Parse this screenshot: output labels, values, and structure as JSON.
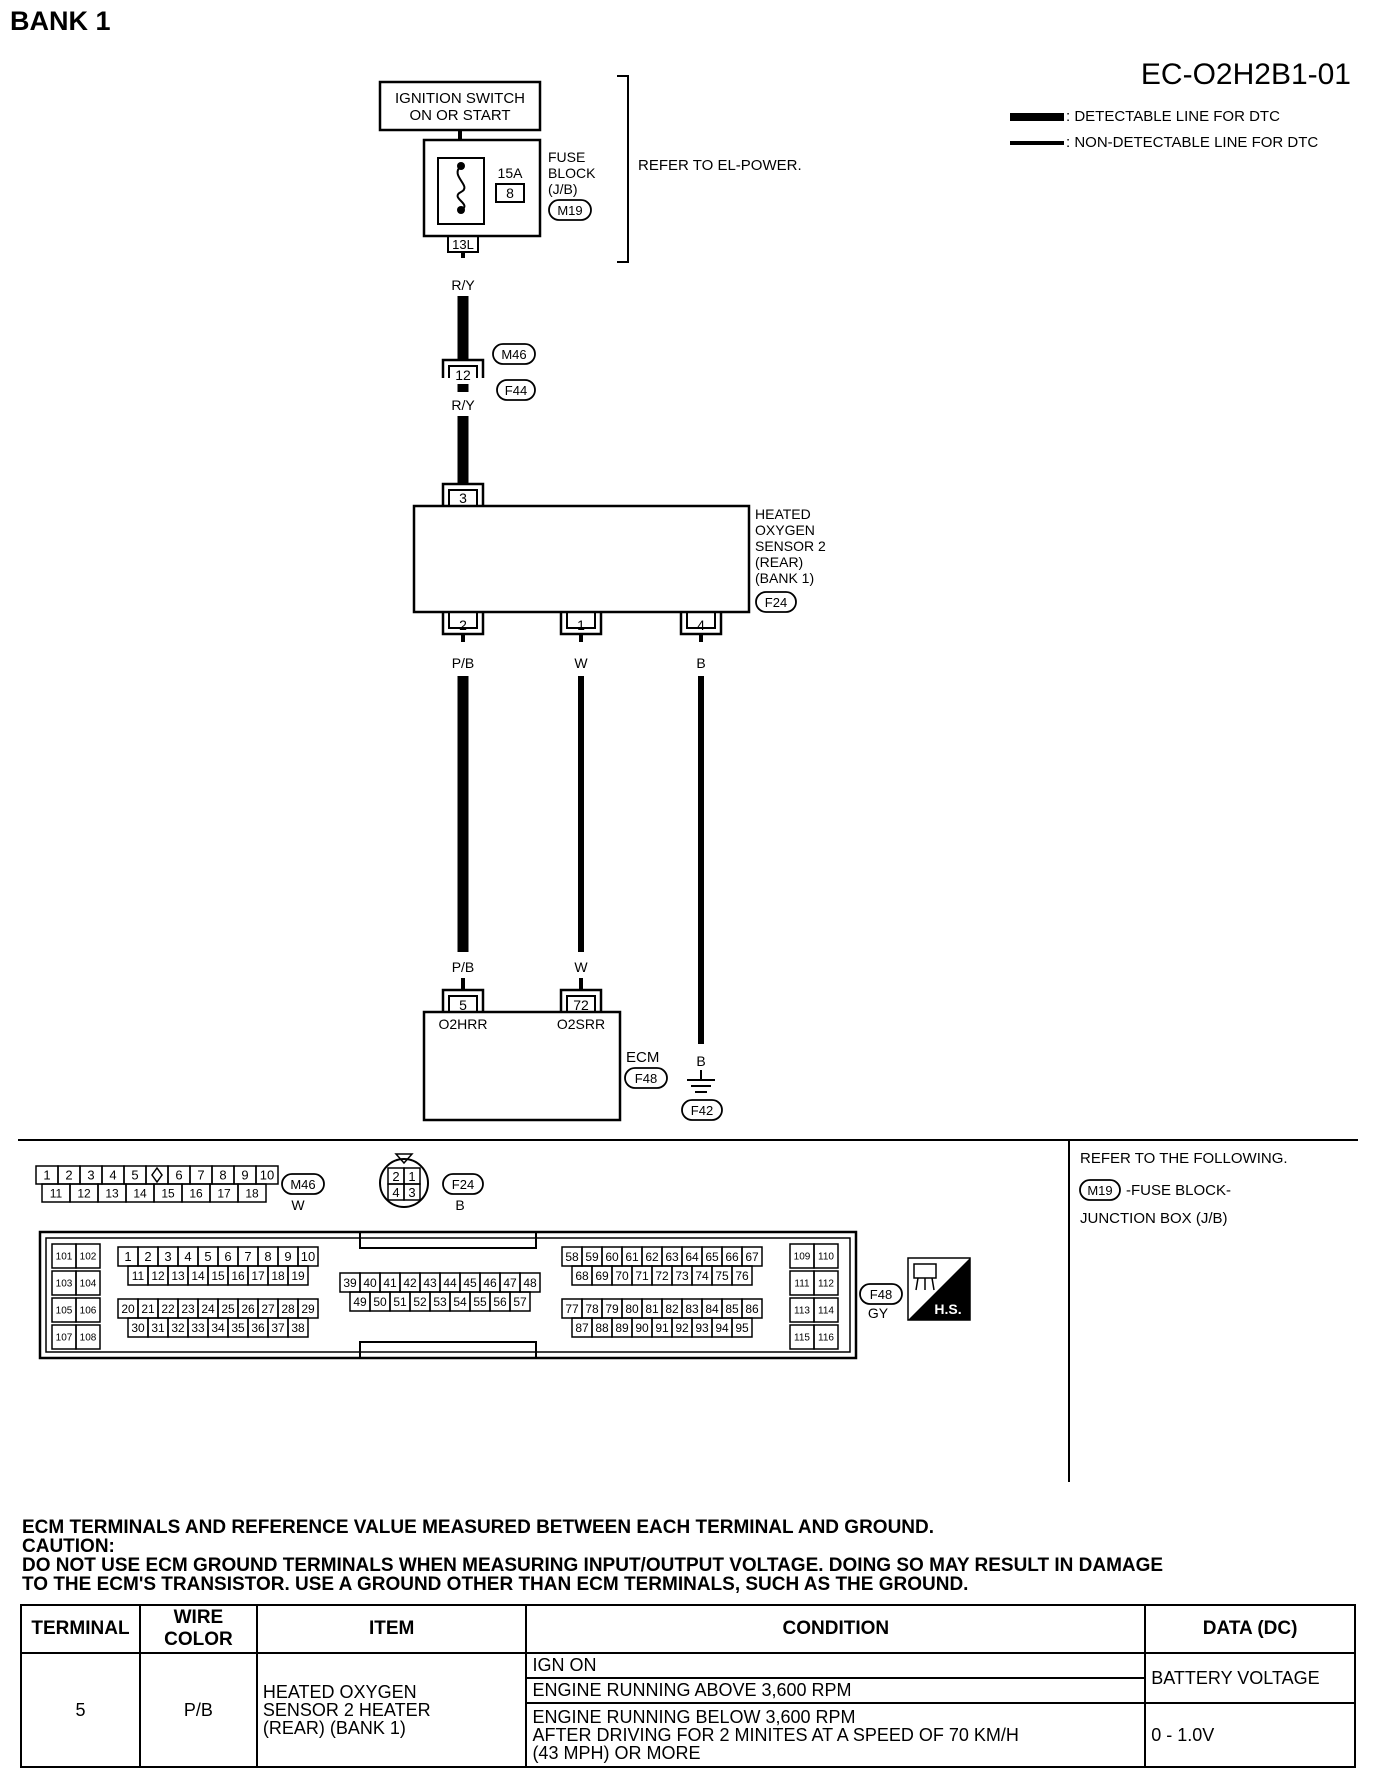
{
  "header": {
    "bank_title": "BANK 1",
    "doc_code": "EC-O2H2B1-01"
  },
  "legend": {
    "detectable": ": DETECTABLE LINE FOR DTC",
    "non_detectable": ": NON-DETECTABLE LINE FOR DTC"
  },
  "circuit": {
    "ignition_line1": "IGNITION SWITCH",
    "ignition_line2": "ON OR START",
    "fuse_rating": "15A",
    "fuse_number": "8",
    "fuse_label_1": "FUSE",
    "fuse_label_2": "BLOCK",
    "fuse_label_3": "(J/B)",
    "fuse_connector": "M19",
    "fuse_terminal": "13L",
    "refer_el_power": "REFER TO EL-POWER.",
    "wire_ry_1": "R/Y",
    "wire_ry_2": "R/Y",
    "joint_terminal": "12",
    "joint_connector_1": "M46",
    "joint_connector_2": "F44",
    "sensor_terminal_top": "3",
    "sensor_name_1": "HEATED",
    "sensor_name_2": "OXYGEN",
    "sensor_name_3": "SENSOR 2",
    "sensor_name_4": "(REAR)",
    "sensor_name_5": "(BANK 1)",
    "sensor_connector": "F24",
    "sensor_terminals": [
      "2",
      "1",
      "4"
    ],
    "sensor_wire_colors": [
      "P/B",
      "W",
      "B"
    ],
    "ecm_wire_colors": [
      "P/B",
      "W"
    ],
    "ecm_terminals": [
      "5",
      "72"
    ],
    "ecm_signals": [
      "O2HRR",
      "O2SRR"
    ],
    "ecm_label": "ECM",
    "ecm_connector": "F48",
    "ground_wire": "B",
    "ground_connector": "F42"
  },
  "connectors": {
    "m46_row1": [
      "1",
      "2",
      "3",
      "4",
      "5",
      "",
      "6",
      "7",
      "8",
      "9",
      "10"
    ],
    "m46_row2": [
      "11",
      "12",
      "13",
      "14",
      "15",
      "16",
      "17",
      "18"
    ],
    "m46_id": "M46",
    "m46_color": "W",
    "f24_pins": [
      "2",
      "1",
      "4",
      "3"
    ],
    "f24_id": "F24",
    "f24_color": "B",
    "f48_id": "F48",
    "f48_color": "GY",
    "hs_label": "H.S.",
    "f48_left": [
      [
        "101",
        "102"
      ],
      [
        "103",
        "104"
      ],
      [
        "105",
        "106"
      ],
      [
        "107",
        "108"
      ]
    ],
    "f48_right": [
      [
        "109",
        "110"
      ],
      [
        "111",
        "112"
      ],
      [
        "113",
        "114"
      ],
      [
        "115",
        "116"
      ]
    ],
    "f48_rows": [
      [
        "1",
        "2",
        "3",
        "4",
        "5",
        "6",
        "7",
        "8",
        "9",
        "10"
      ],
      [
        "11",
        "12",
        "13",
        "14",
        "15",
        "16",
        "17",
        "18",
        "19"
      ],
      [
        "20",
        "21",
        "22",
        "23",
        "24",
        "25",
        "26",
        "27",
        "28",
        "29"
      ],
      [
        "30",
        "31",
        "32",
        "33",
        "34",
        "35",
        "36",
        "37",
        "38"
      ],
      [
        "39",
        "40",
        "41",
        "42",
        "43",
        "44",
        "45",
        "46",
        "47",
        "48"
      ],
      [
        "49",
        "50",
        "51",
        "52",
        "53",
        "54",
        "55",
        "56",
        "57"
      ],
      [
        "58",
        "59",
        "60",
        "61",
        "62",
        "63",
        "64",
        "65",
        "66",
        "67"
      ],
      [
        "68",
        "69",
        "70",
        "71",
        "72",
        "73",
        "74",
        "75",
        "76"
      ],
      [
        "77",
        "78",
        "79",
        "80",
        "81",
        "82",
        "83",
        "84",
        "85",
        "86"
      ],
      [
        "87",
        "88",
        "89",
        "90",
        "91",
        "92",
        "93",
        "94",
        "95"
      ]
    ]
  },
  "refer_box": {
    "line1": "REFER TO THE FOLLOWING.",
    "connector": "M19",
    "line2": "-FUSE BLOCK-",
    "line3": "JUNCTION BOX (J/B)"
  },
  "notes": {
    "line1": "ECM TERMINALS AND REFERENCE VALUE MEASURED BETWEEN EACH TERMINAL AND GROUND.",
    "line2": "CAUTION:",
    "line3": "DO NOT USE ECM GROUND TERMINALS WHEN MEASURING INPUT/OUTPUT VOLTAGE. DOING SO MAY RESULT IN DAMAGE",
    "line4": "TO THE ECM'S TRANSISTOR. USE A GROUND OTHER THAN ECM TERMINALS, SUCH AS THE GROUND."
  },
  "table": {
    "headers": [
      "TERMINAL",
      "WIRE COLOR",
      "ITEM",
      "CONDITION",
      "DATA (DC)"
    ],
    "terminal": "5",
    "wire_color": "P/B",
    "item": [
      "HEATED OXYGEN",
      "SENSOR 2 HEATER",
      "(REAR) (BANK 1)"
    ],
    "condition_1": "IGN ON",
    "condition_2": "ENGINE RUNNING ABOVE 3,600 RPM",
    "condition_3": [
      "ENGINE RUNNING BELOW 3,600 RPM",
      "AFTER DRIVING FOR 2 MINITES AT A SPEED OF 70 KM/H",
      "(43 MPH) OR MORE"
    ],
    "data_1": "BATTERY VOLTAGE",
    "data_2": "0 - 1.0V"
  }
}
